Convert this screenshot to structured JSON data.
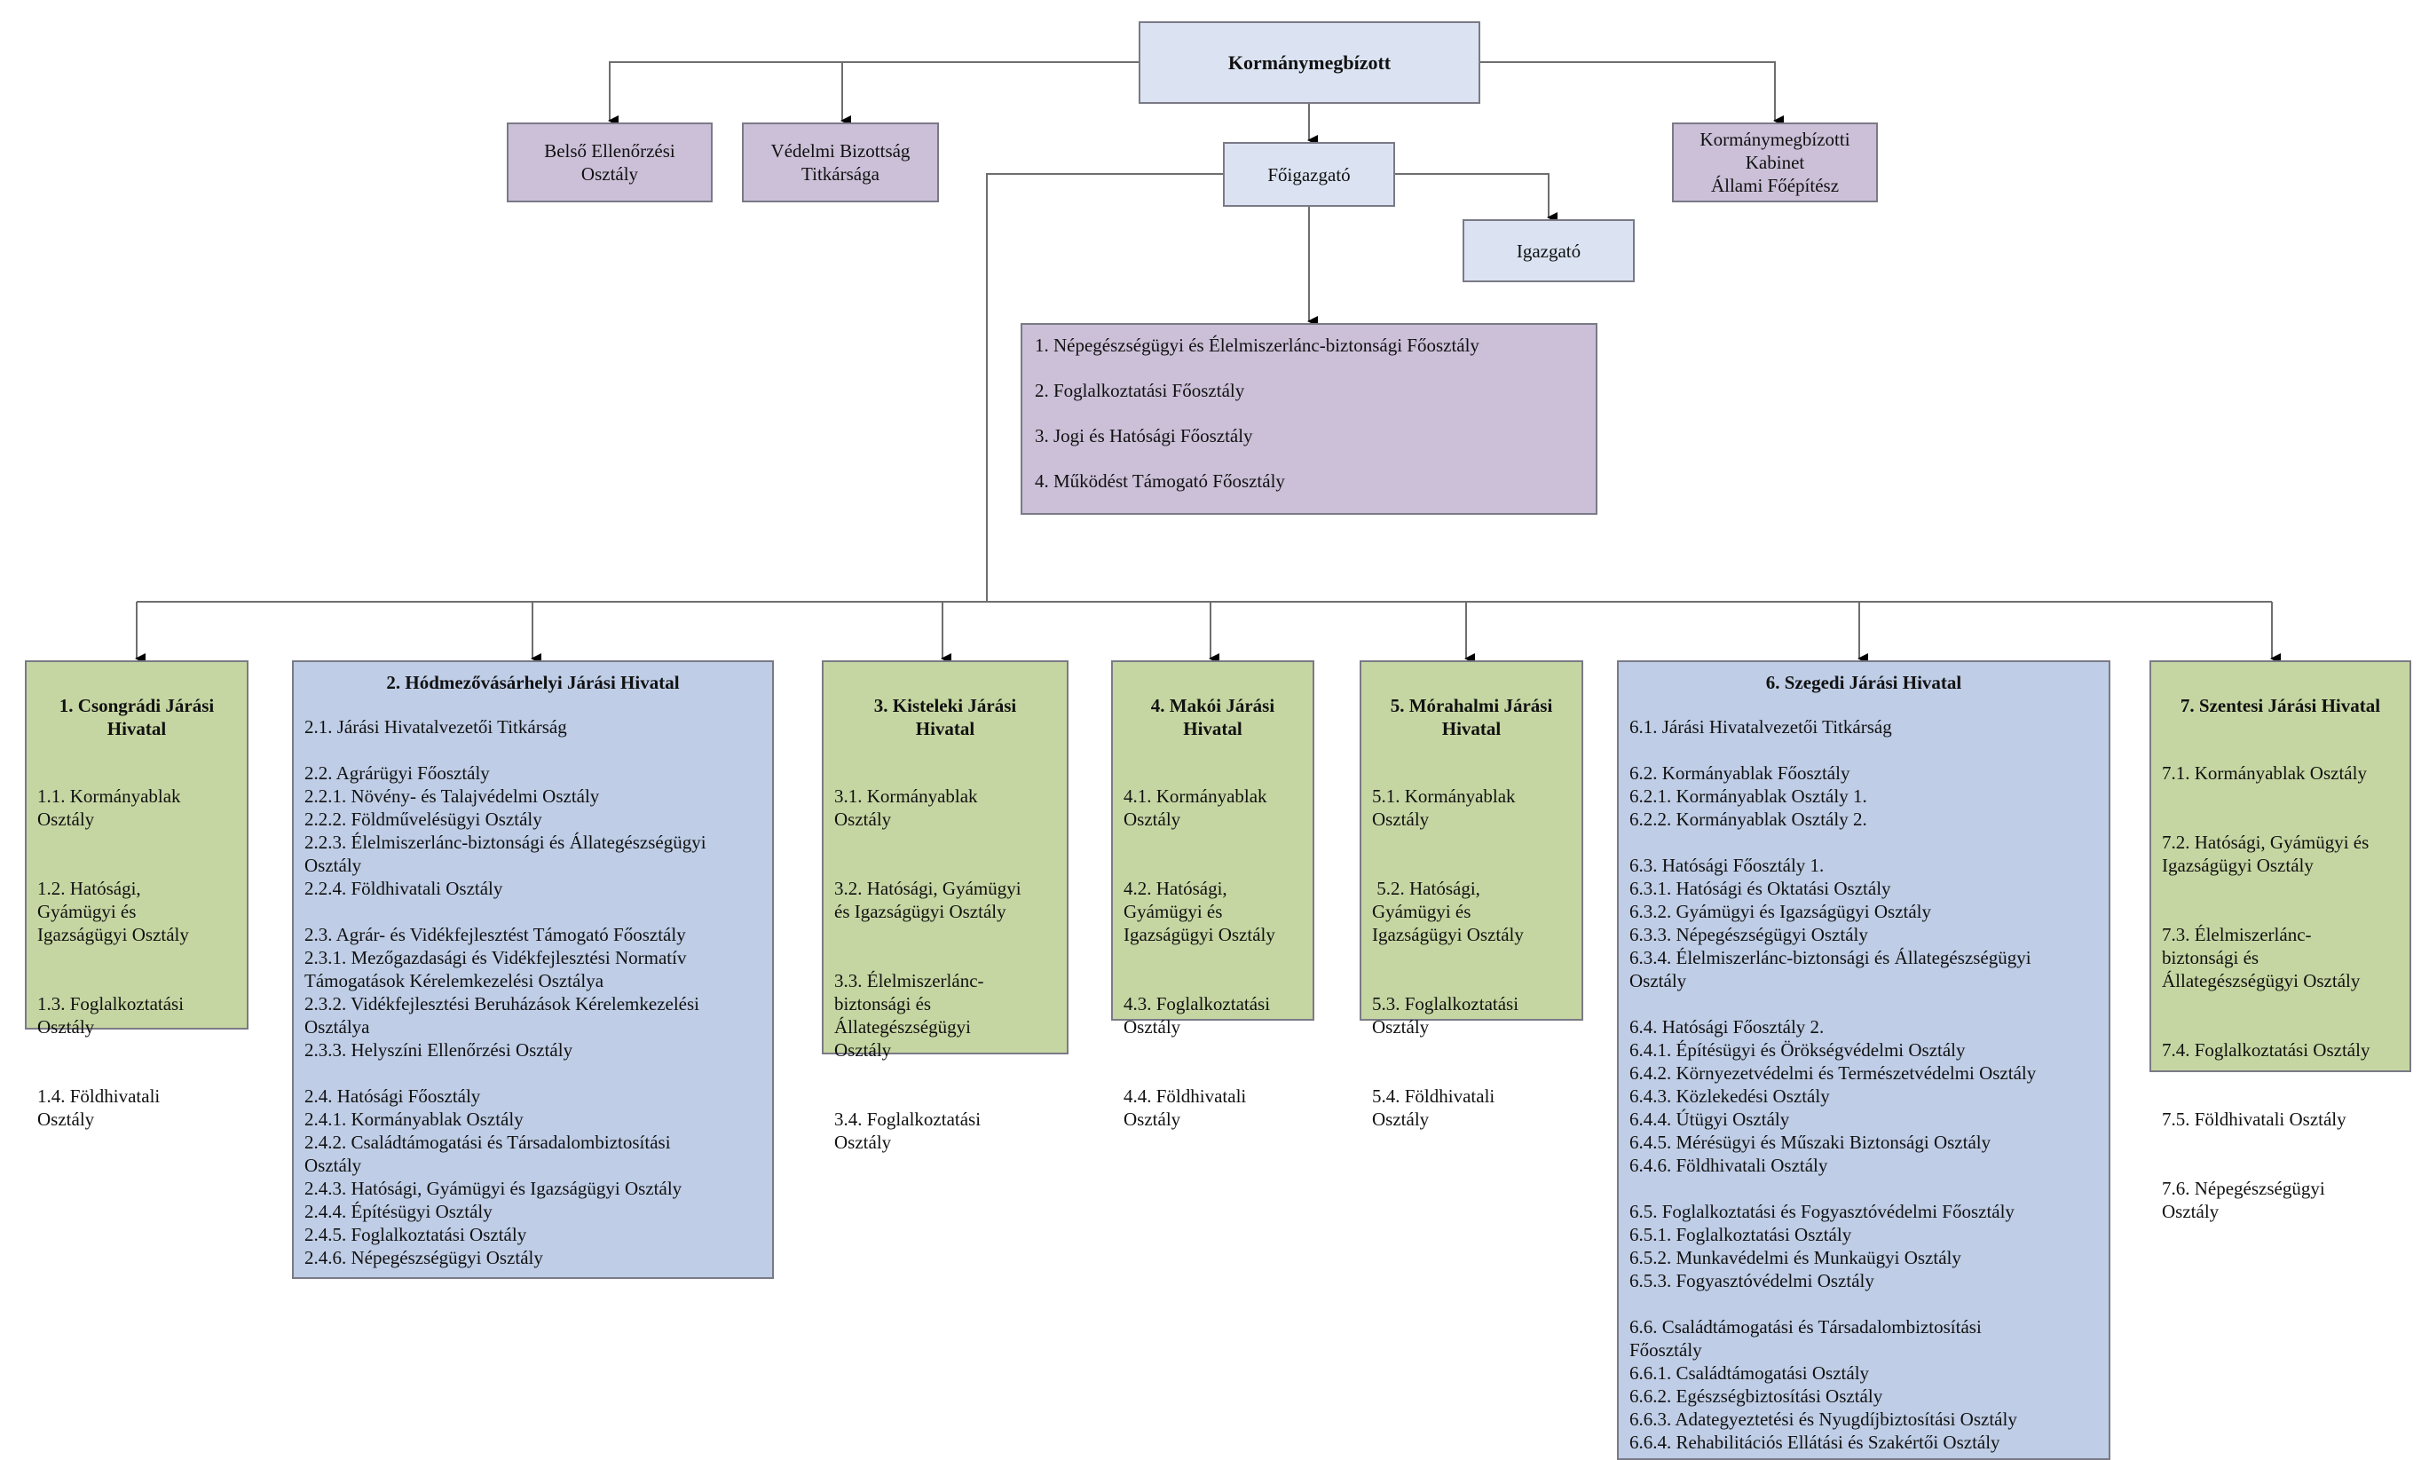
{
  "top": {
    "kormanymegbizott": "Kormánymegbízott",
    "belso_ellenorzesi": "Belső Ellenőrzési\nOsztály",
    "vedelmi_bizottsag": "Védelmi Bizottság\nTitkársága",
    "kabinet": "Kormánymegbízotti\nKabinet\nÁllami Főépítész",
    "foigazgato": "Főigazgató",
    "igazgato": "Igazgató"
  },
  "fooszalyok": [
    "1. Népegészségügyi és Élelmiszerlánc-biztonsági Főosztály",
    "2. Foglalkoztatási Főosztály",
    "3. Jogi és Hatósági Főosztály",
    "4. Működést Támogató Főosztály"
  ],
  "jarasi": [
    {
      "title": "1. Csongrádi Járási\nHivatal",
      "items": [
        "1.1. Kormányablak\nOsztály",
        "1.2. Hatósági,\nGyámügyi és\nIgazságügyi Osztály",
        "1.3. Foglalkoztatási\nOsztály",
        "1.4. Földhivatali\nOsztály"
      ]
    },
    {
      "title": "2. Hódmezővásárhelyi Járási Hivatal",
      "items": [
        "2.1. Járási Hivatalvezetői Titkárság",
        "2.2. Agrárügyi Főosztály\n2.2.1. Növény- és Talajvédelmi Osztály\n2.2.2. Földművelésügyi Osztály\n2.2.3. Élelmiszerlánc-biztonsági és Állategészségügyi\nOsztály\n2.2.4. Földhivatali Osztály",
        "2.3. Agrár- és Vidékfejlesztést Támogató Főosztály\n2.3.1. Mezőgazdasági és Vidékfejlesztési Normatív\nTámogatások Kérelemkezelési Osztálya\n2.3.2. Vidékfejlesztési Beruházások Kérelemkezelési\nOsztálya\n2.3.3. Helyszíni Ellenőrzési Osztály",
        "2.4. Hatósági Főosztály\n2.4.1. Kormányablak Osztály\n2.4.2. Családtámogatási és Társadalombiztosítási\nOsztály\n2.4.3. Hatósági, Gyámügyi és Igazságügyi Osztály\n2.4.4. Építésügyi Osztály\n2.4.5. Foglalkoztatási Osztály\n2.4.6. Népegészségügyi Osztály"
      ]
    },
    {
      "title": "3. Kisteleki Járási\nHivatal",
      "items": [
        "3.1. Kormányablak\nOsztály",
        "3.2. Hatósági, Gyámügyi\nés Igazságügyi Osztály",
        "3.3. Élelmiszerlánc-\nbiztonsági és\nÁllategészségügyi\nOsztály",
        "3.4. Foglalkoztatási\nOsztály"
      ]
    },
    {
      "title": "4. Makói Járási\nHivatal",
      "items": [
        "4.1. Kormányablak\nOsztály",
        "4.2. Hatósági,\nGyámügyi és\nIgazságügyi Osztály",
        "4.3. Foglalkoztatási\nOsztály",
        "4.4. Földhivatali\nOsztály"
      ]
    },
    {
      "title": "5. Mórahalmi Járási\nHivatal",
      "items": [
        "5.1. Kormányablak\nOsztály",
        " 5.2. Hatósági,\nGyámügyi és\nIgazságügyi Osztály",
        "5.3. Foglalkoztatási\nOsztály",
        "5.4. Földhivatali\nOsztály"
      ]
    },
    {
      "title": "6. Szegedi Járási Hivatal",
      "items": [
        "6.1. Járási Hivatalvezetői Titkárság",
        "6.2. Kormányablak Főosztály\n6.2.1. Kormányablak Osztály 1.\n6.2.2. Kormányablak Osztály 2.",
        "6.3. Hatósági Főosztály 1.\n6.3.1. Hatósági és Oktatási Osztály\n6.3.2. Gyámügyi és Igazságügyi Osztály\n6.3.3. Népegészségügyi Osztály\n6.3.4. Élelmiszerlánc-biztonsági és Állategészségügyi\nOsztály",
        "6.4. Hatósági Főosztály 2.\n6.4.1. Építésügyi és Örökségvédelmi Osztály\n6.4.2. Környezetvédelmi és Természetvédelmi Osztály\n6.4.3. Közlekedési Osztály\n6.4.4. Útügyi Osztály\n6.4.5. Mérésügyi és Műszaki Biztonsági Osztály\n6.4.6. Földhivatali Osztály",
        "6.5. Foglalkoztatási és Fogyasztóvédelmi Főosztály\n6.5.1. Foglalkoztatási Osztály\n6.5.2. Munkavédelmi és Munkaügyi Osztály\n6.5.3. Fogyasztóvédelmi Osztály",
        "6.6. Családtámogatási és Társadalombiztosítási\nFőosztály\n6.6.1. Családtámogatási Osztály\n6.6.2. Egészségbiztosítási Osztály\n6.6.3. Adategyeztetési és Nyugdíjbiztosítási Osztály\n6.6.4. Rehabilitációs Ellátási és Szakértői Osztály"
      ]
    },
    {
      "title": "7. Szentesi Járási Hivatal",
      "items": [
        "7.1. Kormányablak Osztály",
        "7.2. Hatósági, Gyámügyi és\nIgazságügyi Osztály",
        "7.3. Élelmiszerlánc-\nbiztonsági és\nÁllategészségügyi Osztály",
        "7.4. Foglalkoztatási Osztály",
        "7.5. Földhivatali Osztály",
        "7.6. Népegészségügyi\nOsztály"
      ]
    }
  ]
}
